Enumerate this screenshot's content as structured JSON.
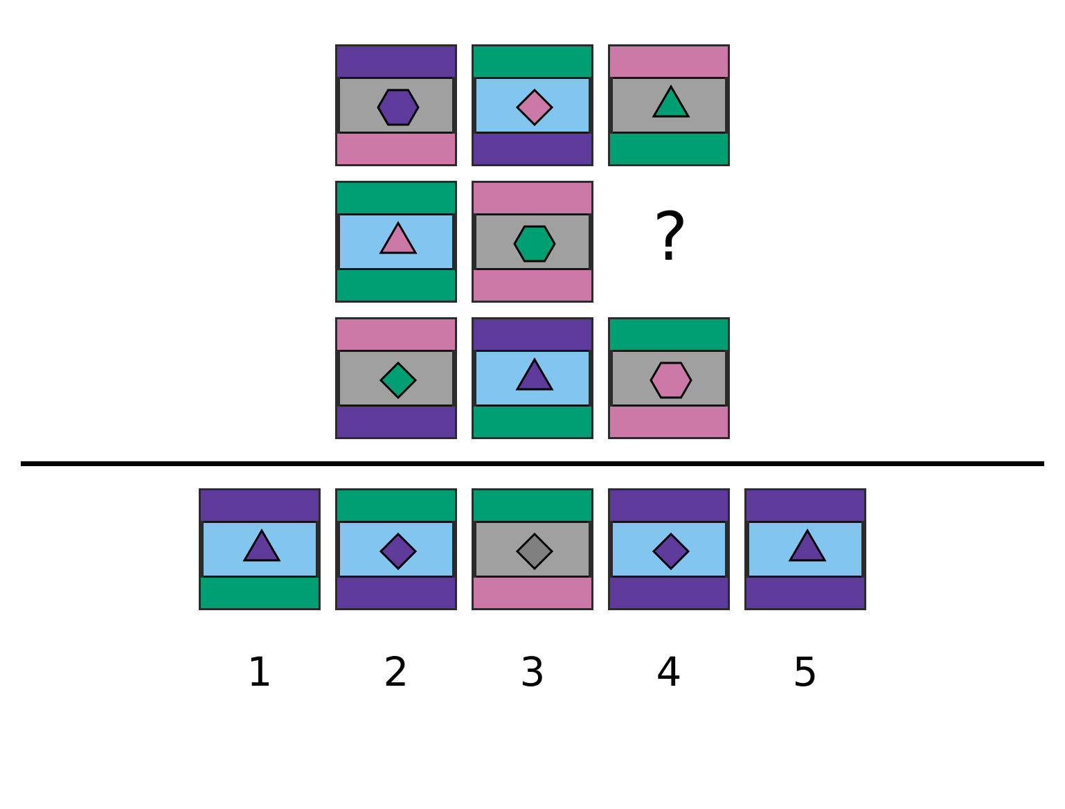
{
  "colors": {
    "purple": "#5e3a9b",
    "green": "#009e73",
    "pink": "#cc79a7",
    "blue": "#82c5ee",
    "gray": "#a0a0a0",
    "dark_gray": "#808080"
  },
  "grid": {
    "cells": [
      {
        "top": "purple",
        "middle": "gray",
        "bottom": "pink",
        "shape": "hexagon",
        "shape_color": "purple"
      },
      {
        "top": "green",
        "middle": "blue",
        "bottom": "purple",
        "shape": "diamond",
        "shape_color": "pink"
      },
      {
        "top": "pink",
        "middle": "gray",
        "bottom": "green",
        "shape": "triangle",
        "shape_color": "green"
      },
      {
        "top": "green",
        "middle": "blue",
        "bottom": "green",
        "shape": "triangle",
        "shape_color": "pink"
      },
      {
        "top": "pink",
        "middle": "gray",
        "bottom": "pink",
        "shape": "hexagon",
        "shape_color": "green"
      },
      null,
      {
        "top": "pink",
        "middle": "gray",
        "bottom": "purple",
        "shape": "diamond",
        "shape_color": "green"
      },
      {
        "top": "purple",
        "middle": "blue",
        "bottom": "green",
        "shape": "triangle",
        "shape_color": "purple"
      },
      {
        "top": "green",
        "middle": "gray",
        "bottom": "pink",
        "shape": "hexagon",
        "shape_color": "pink"
      }
    ],
    "missing_symbol": "?"
  },
  "options": [
    {
      "label": "1",
      "top": "purple",
      "middle": "blue",
      "bottom": "green",
      "shape": "triangle",
      "shape_color": "purple"
    },
    {
      "label": "2",
      "top": "green",
      "middle": "blue",
      "bottom": "purple",
      "shape": "diamond",
      "shape_color": "purple"
    },
    {
      "label": "3",
      "top": "green",
      "middle": "gray",
      "bottom": "pink",
      "shape": "diamond",
      "shape_color": "dark_gray"
    },
    {
      "label": "4",
      "top": "purple",
      "middle": "blue",
      "bottom": "purple",
      "shape": "diamond",
      "shape_color": "purple"
    },
    {
      "label": "5",
      "top": "purple",
      "middle": "blue",
      "bottom": "purple",
      "shape": "triangle",
      "shape_color": "purple"
    }
  ]
}
